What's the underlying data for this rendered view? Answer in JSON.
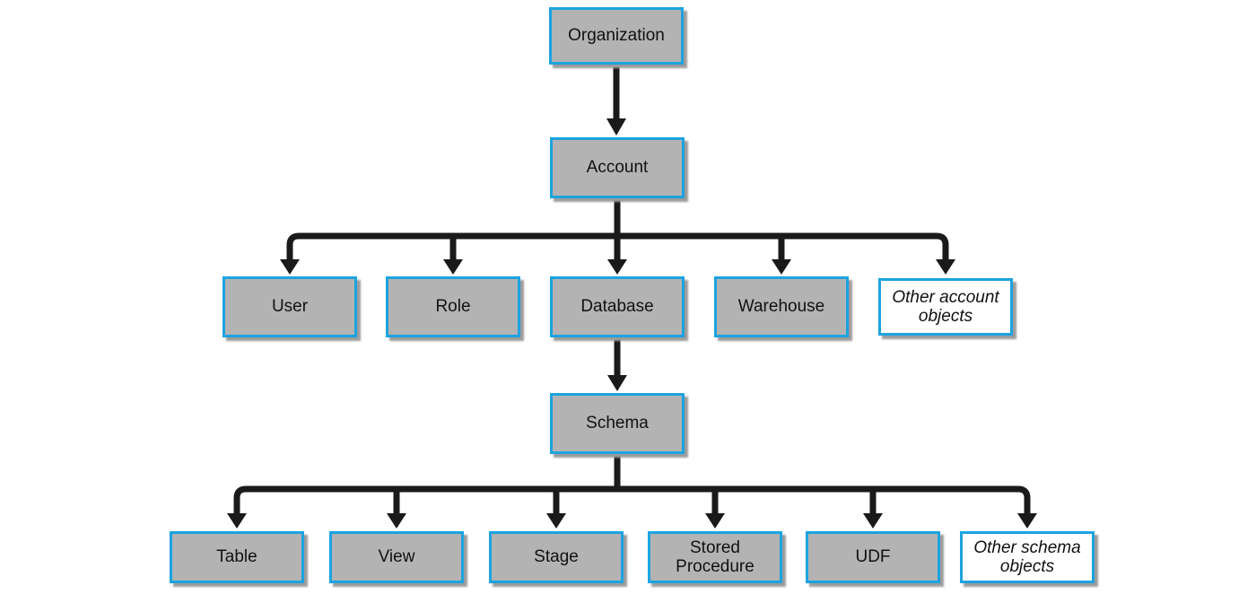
{
  "colors": {
    "box_fill": "#b3b3b3",
    "box_border": "#1ca3e0",
    "line": "#1a1a1a",
    "other_fill": "#ffffff",
    "shadow": "#9c9c9c"
  },
  "diagram": {
    "type": "hierarchy-tree",
    "nodes": {
      "organization": {
        "label": "Organization",
        "style": "gray"
      },
      "account": {
        "label": "Account",
        "style": "gray"
      },
      "user": {
        "label": "User",
        "style": "gray"
      },
      "role": {
        "label": "Role",
        "style": "gray"
      },
      "database": {
        "label": "Database",
        "style": "gray"
      },
      "warehouse": {
        "label": "Warehouse",
        "style": "gray"
      },
      "other_account": {
        "label": "Other account objects",
        "style": "white-italic"
      },
      "schema": {
        "label": "Schema",
        "style": "gray"
      },
      "table": {
        "label": "Table",
        "style": "gray"
      },
      "view": {
        "label": "View",
        "style": "gray"
      },
      "stage": {
        "label": "Stage",
        "style": "gray"
      },
      "stored_procedure": {
        "label": "Stored Procedure",
        "style": "gray"
      },
      "udf": {
        "label": "UDF",
        "style": "gray"
      },
      "other_schema": {
        "label": "Other schema objects",
        "style": "white-italic"
      }
    },
    "edges": [
      {
        "from": "Organization",
        "to": "Account"
      },
      {
        "from": "Account",
        "to": "User"
      },
      {
        "from": "Account",
        "to": "Role"
      },
      {
        "from": "Account",
        "to": "Database"
      },
      {
        "from": "Account",
        "to": "Warehouse"
      },
      {
        "from": "Account",
        "to": "Other account objects"
      },
      {
        "from": "Database",
        "to": "Schema"
      },
      {
        "from": "Schema",
        "to": "Table"
      },
      {
        "from": "Schema",
        "to": "View"
      },
      {
        "from": "Schema",
        "to": "Stage"
      },
      {
        "from": "Schema",
        "to": "Stored Procedure"
      },
      {
        "from": "Schema",
        "to": "UDF"
      },
      {
        "from": "Schema",
        "to": "Other schema objects"
      }
    ]
  }
}
